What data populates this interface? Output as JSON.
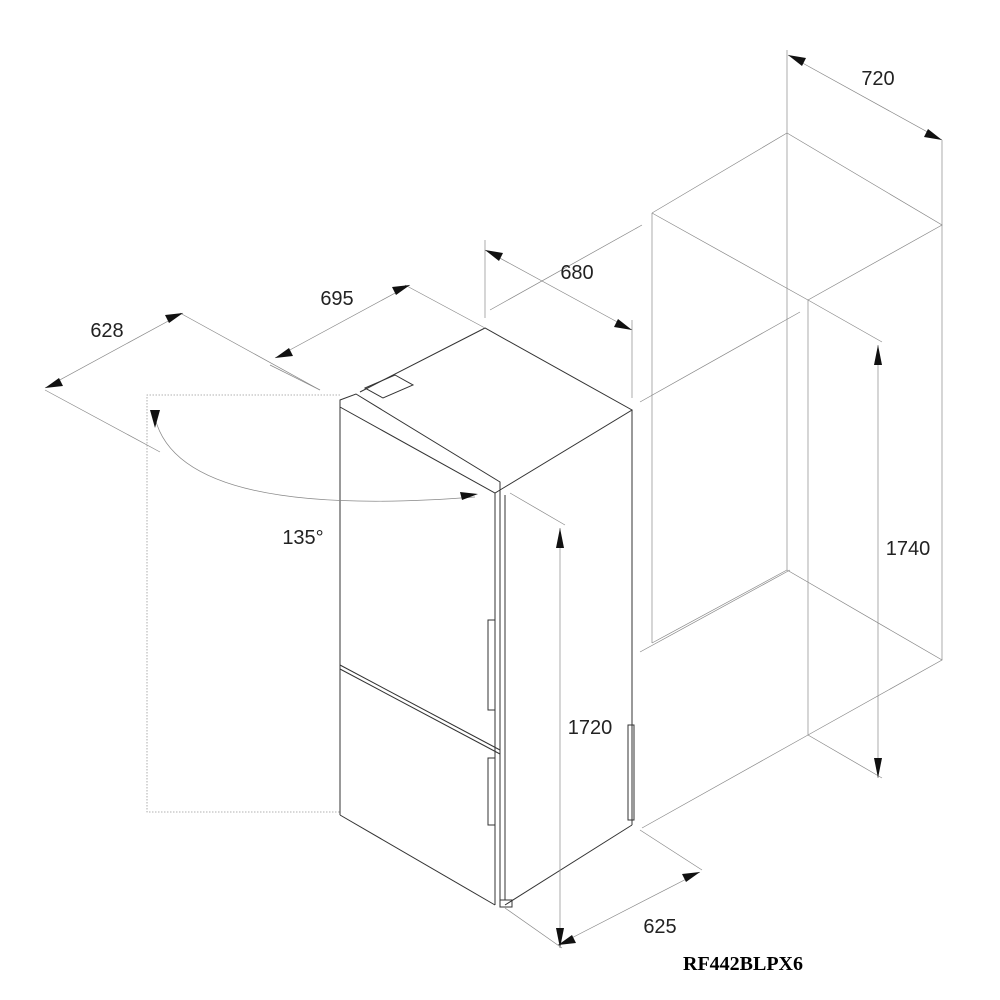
{
  "diagram": {
    "model": "RF442BLPX6",
    "dimensions": {
      "niche_width": "720",
      "appliance_width": "680",
      "depth_door_open": "695",
      "door_width_swing": "628",
      "door_angle": "135°",
      "appliance_height": "1720",
      "niche_height": "1740",
      "appliance_depth": "625"
    }
  }
}
